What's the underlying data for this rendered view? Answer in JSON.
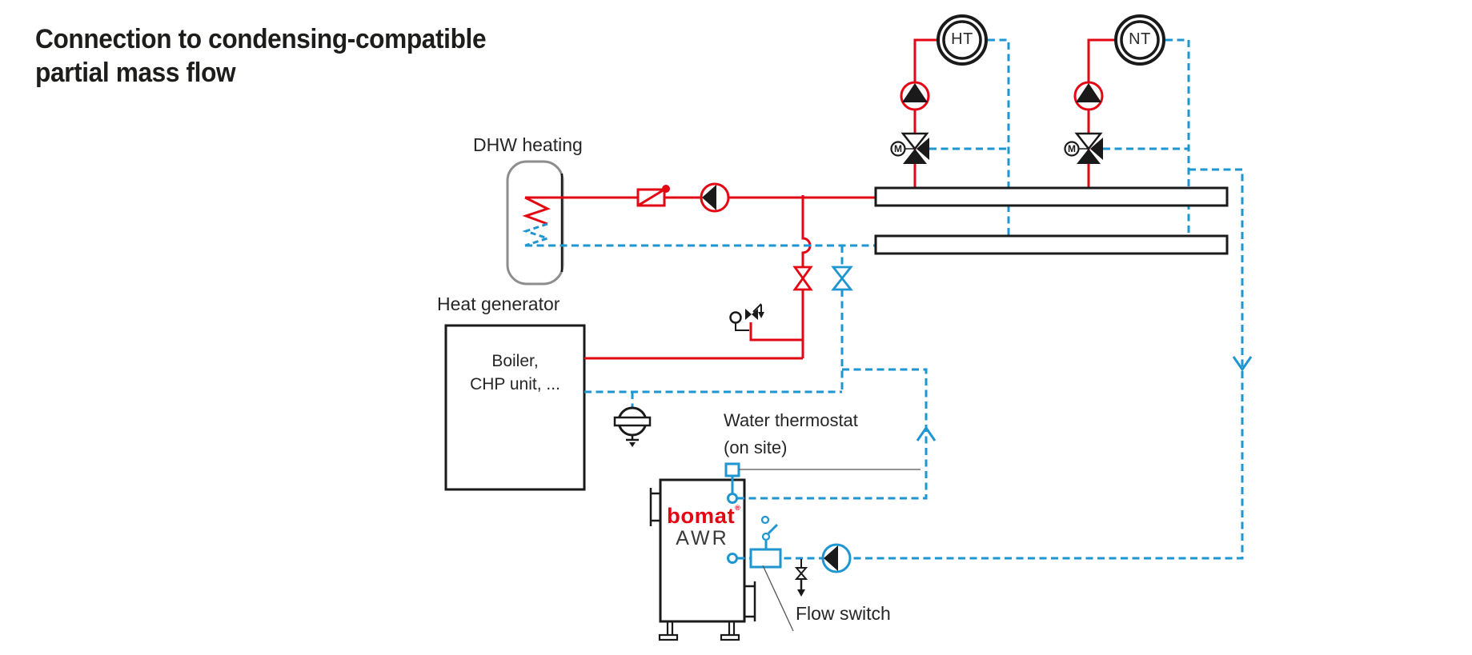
{
  "title": {
    "line1": "Connection to condensing-compatible",
    "line2": "partial mass flow"
  },
  "labels": {
    "dhw_heating": "DHW heating",
    "heat_generator": "Heat generator",
    "boiler_line1": "Boiler,",
    "boiler_line2": "CHP unit, ...",
    "circuit_ht": "HT",
    "circuit_nt": "NT",
    "mixer_motor": "M",
    "water_thermostat_line1": "Water thermostat",
    "water_thermostat_line2": "(on site)",
    "flow_switch": "Flow switch",
    "brand": "bomat",
    "brand_mark": "®",
    "model": "AWR"
  },
  "colors": {
    "flow_line": "#e30613",
    "return_line": "#1e96d2",
    "outline": "#1a1a1a",
    "tank_outline": "#8d8d8d",
    "brand_red": "#e30613",
    "text": "#262626"
  }
}
